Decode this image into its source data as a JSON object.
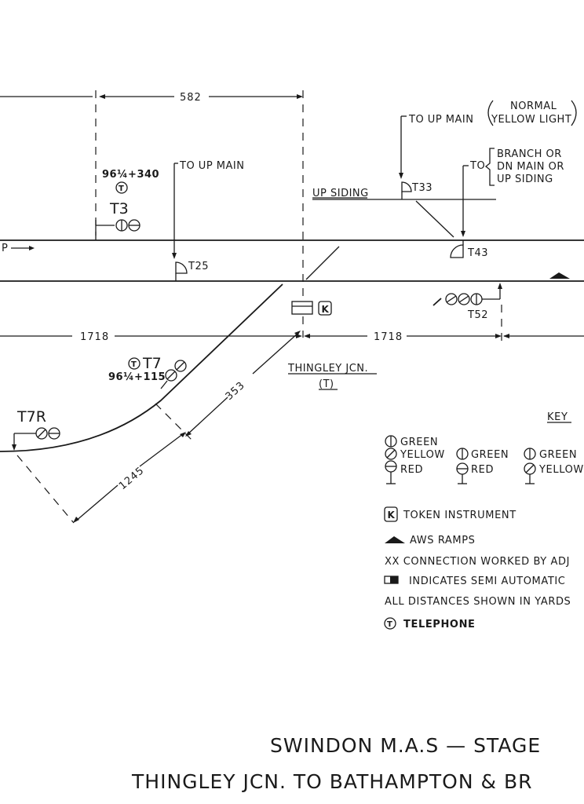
{
  "dimensions": {
    "d582": "582",
    "d1718_left": "1718",
    "d1718_right": "1718",
    "d353": "353",
    "d1245": "1245"
  },
  "labels": {
    "to_up_main_top": "TO UP MAIN",
    "normal": "NORMAL",
    "yellow_light": "YELLOW LIGHT",
    "to_branch": "TO",
    "branch_or": "BRANCH OR",
    "dn_main_or": "DN MAIN OR",
    "up_siding_route": "UP SIDING",
    "to_up_main_left": "TO UP MAIN",
    "up_siding": "UP SIDING",
    "up_line_fragment": "P",
    "mileage_t3": "96¼+340",
    "t3": "T3",
    "t25": "T25",
    "t33": "T33",
    "t43": "T43",
    "t52": "T52",
    "t7": "T7",
    "mileage_t7": "96¼+115",
    "t7r": "T7R",
    "thingley_jcn": "THINGLEY JCN.",
    "thingley_t": "(T)",
    "telephone_glyph": "T",
    "token_glyph": "K"
  },
  "key": {
    "heading": "KEY",
    "col1": [
      "GREEN",
      "YELLOW",
      "RED"
    ],
    "col2": [
      "GREEN",
      "RED"
    ],
    "col3": [
      "GREEN",
      "YELLOW"
    ],
    "token_instrument": "TOKEN INSTRUMENT",
    "aws_ramps": "AWS RAMPS",
    "connection": "XX  CONNECTION WORKED BY ADJ",
    "semi_auto": "INDICATES SEMI AUTOMATIC",
    "distances": "ALL DISTANCES SHOWN IN YARDS",
    "telephone": "TELEPHONE"
  },
  "title": {
    "line1": "SWINDON M.A.S  —  STAGE",
    "line2": "THINGLEY JCN. TO BATHAMPTON & BR"
  }
}
